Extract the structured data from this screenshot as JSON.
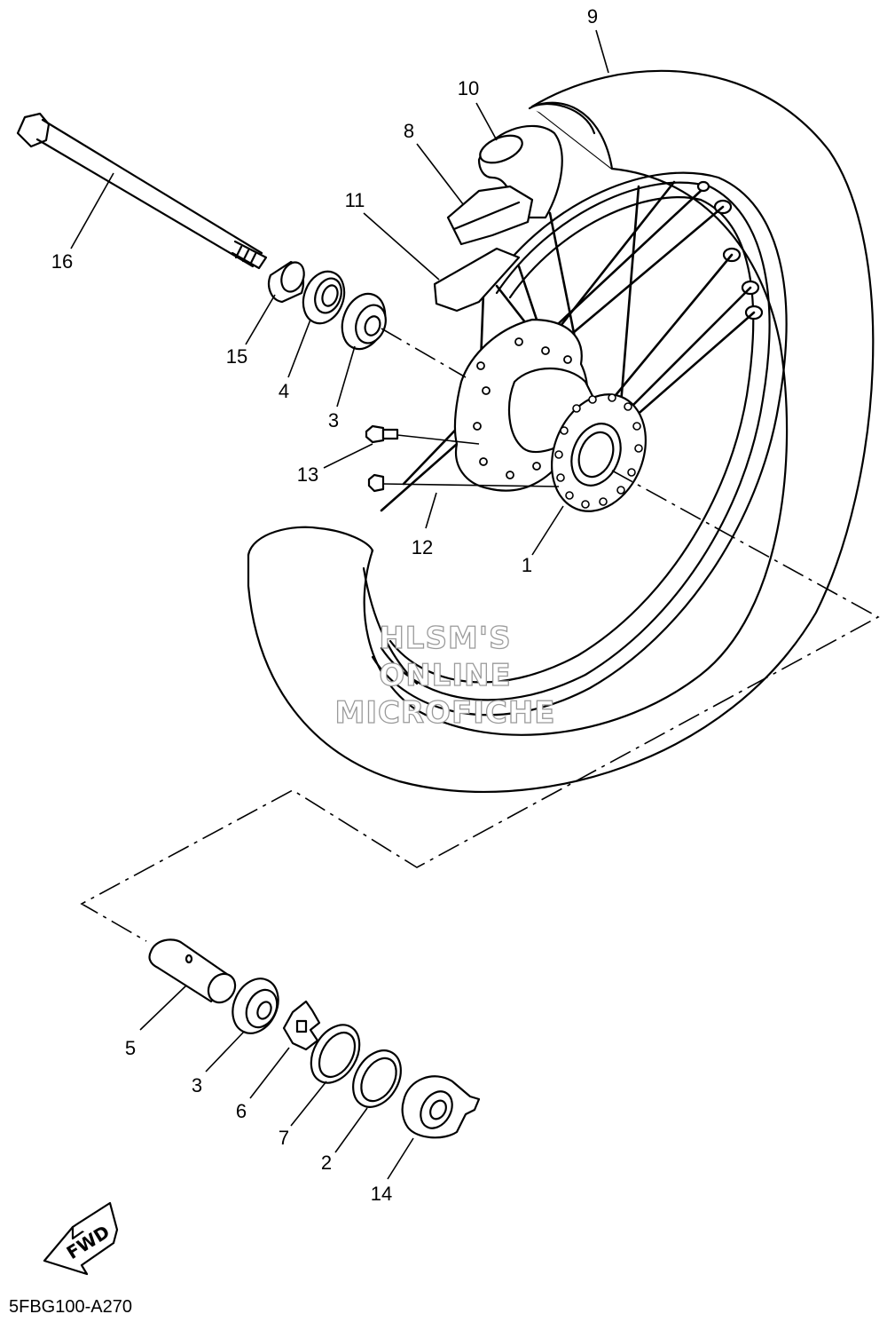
{
  "diagram": {
    "part_code": "5FBG100-A270",
    "watermark": [
      "HLSM'S",
      "ONLINE",
      "MICROFICHE"
    ],
    "fwd_label": "FWD",
    "callouts": [
      {
        "id": "c9",
        "label": "9"
      },
      {
        "id": "c10",
        "label": "10"
      },
      {
        "id": "c8",
        "label": "8"
      },
      {
        "id": "c11",
        "label": "11"
      },
      {
        "id": "c16",
        "label": "16"
      },
      {
        "id": "c15",
        "label": "15"
      },
      {
        "id": "c4",
        "label": "4"
      },
      {
        "id": "c3a",
        "label": "3"
      },
      {
        "id": "c13",
        "label": "13"
      },
      {
        "id": "c12",
        "label": "12"
      },
      {
        "id": "c1",
        "label": "1"
      },
      {
        "id": "c5",
        "label": "5"
      },
      {
        "id": "c3b",
        "label": "3"
      },
      {
        "id": "c6",
        "label": "6"
      },
      {
        "id": "c7",
        "label": "7"
      },
      {
        "id": "c2",
        "label": "2"
      },
      {
        "id": "c14",
        "label": "14"
      }
    ]
  }
}
